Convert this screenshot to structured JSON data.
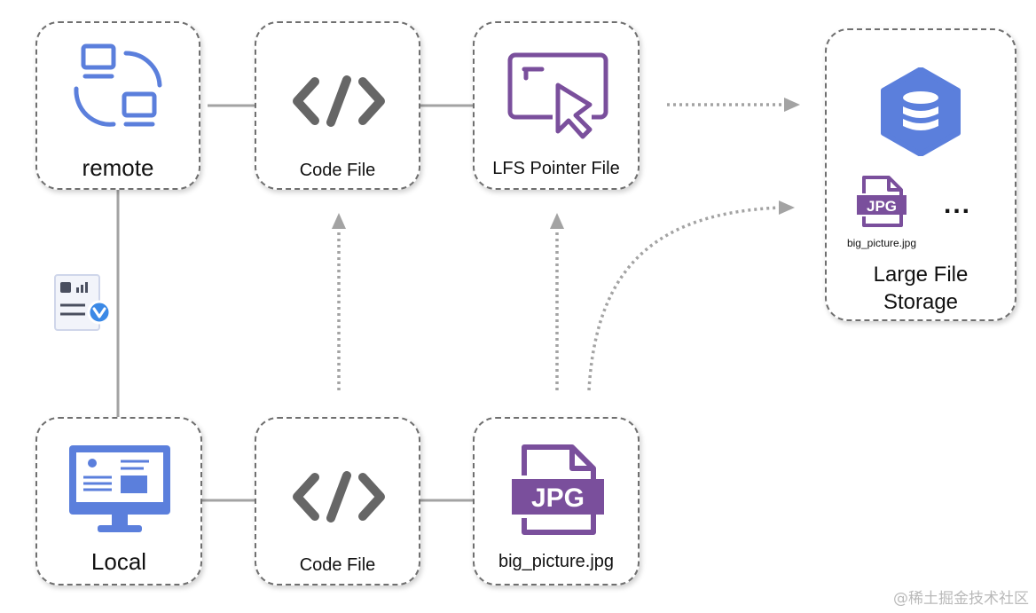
{
  "nodes": {
    "remote": {
      "label": "remote"
    },
    "code_file_top": {
      "label": "Code File"
    },
    "lfs_pointer": {
      "label": "LFS Pointer File"
    },
    "storage": {
      "label_line1": "Large File",
      "label_line2": "Storage",
      "file_caption": "big_picture.jpg",
      "more": "..."
    },
    "local": {
      "label": "Local"
    },
    "code_file_bottom": {
      "label": "Code File"
    },
    "big_picture": {
      "label": "big_picture.jpg"
    }
  },
  "icons": {
    "remote": "remote-sync-icon",
    "code": "code-brackets-icon",
    "pointer": "pointer-window-icon",
    "database": "database-icon",
    "jpg": "jpg-file-icon",
    "commit": "commit-report-icon",
    "local": "monitor-icon"
  },
  "icon_texts": {
    "jpg": "JPG"
  },
  "colors": {
    "blue": "#5b7fdc",
    "purple": "#7a4f9c",
    "code_gray": "#666666",
    "line_gray": "#a3a3a3",
    "border": "#6f6f6f"
  },
  "watermark": "@稀土掘金技术社区"
}
